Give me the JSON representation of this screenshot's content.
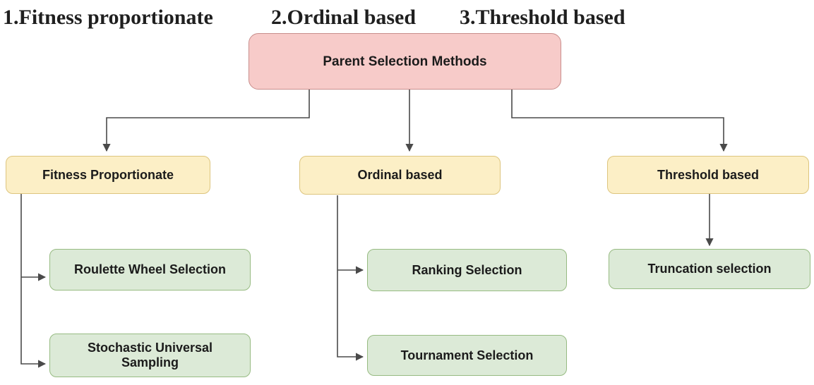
{
  "header": {
    "items": [
      {
        "label": "1.Fitness proportionate"
      },
      {
        "label": "2.Ordinal based"
      },
      {
        "label": "3.Threshold based"
      }
    ]
  },
  "diagram": {
    "root": {
      "label": "Parent Selection Methods"
    },
    "categories": [
      {
        "label": "Fitness Proportionate",
        "children": [
          {
            "label": "Roulette Wheel Selection"
          },
          {
            "label": "Stochastic Universal Sampling"
          }
        ]
      },
      {
        "label": "Ordinal based",
        "children": [
          {
            "label": "Ranking Selection"
          },
          {
            "label": "Tournament Selection"
          }
        ]
      },
      {
        "label": "Threshold based",
        "children": [
          {
            "label": "Truncation selection"
          }
        ]
      }
    ],
    "colors": {
      "root_fill": "#f7cbc9",
      "root_border": "#c88d8b",
      "category_fill": "#fcefc6",
      "category_border": "#ddc57e",
      "leaf_fill": "#dcead7",
      "leaf_border": "#97bb82",
      "connector": "#4a4a4a",
      "label_text": "#1b1b1b"
    }
  }
}
